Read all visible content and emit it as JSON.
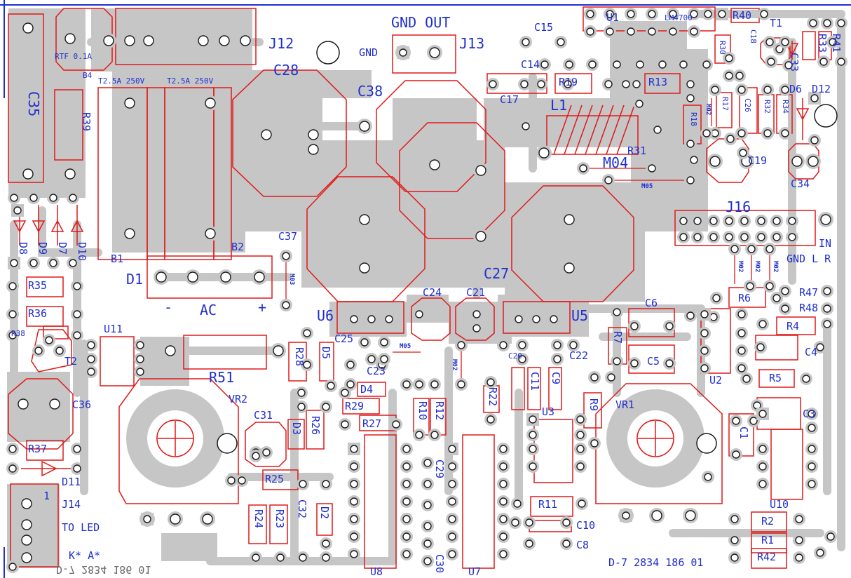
{
  "board": {
    "copyright": "D-7 2834 186 01",
    "mirrored_copyright": "D-7 2834 186 01",
    "colors": {
      "trace": "#c6c6c6",
      "outline": "#e01818",
      "text": "#1f2fd0",
      "pad": "#1a1a1a",
      "border": "#1f2fd0"
    }
  },
  "connectors": {
    "j12": "J12",
    "j13": "J13",
    "j14": "J14",
    "j16": "J16",
    "gnd_out": "GND OUT",
    "gnd": "GND",
    "in": "IN",
    "gnd_l_r": "GND L  R",
    "to_led": "TO LED",
    "k_a": "K* A*",
    "ac": "AC",
    "minus": "-",
    "plus": "+",
    "one": "1"
  },
  "fuses": {
    "rtf": "RTF 0.1A",
    "f1": "T2.5A 250V",
    "f2": "T2.5A 250V",
    "b1": "B1",
    "b2": "B2",
    "b4": "B4"
  },
  "ics": {
    "u1": "U1",
    "lm4700": "LM4700",
    "u2": "U2",
    "u3": "U3",
    "u5": "U5",
    "u6": "U6",
    "u7": "U7",
    "u8": "U8",
    "u10": "U10",
    "u11": "U11"
  },
  "capacitors": {
    "c1": "C1",
    "c3": "C3",
    "c4": "C4",
    "c5": "C5",
    "c6": "C6",
    "c8": "C8",
    "c9": "C9",
    "c10": "C10",
    "c11": "C11",
    "c14": "C14",
    "c15": "C15",
    "c17": "C17",
    "c18": "C18",
    "c19": "C19",
    "c20": "C20",
    "c21": "C21",
    "c22": "C22",
    "c23": "C23",
    "c24": "C24",
    "c25": "C25",
    "c26": "C26",
    "c27": "C27",
    "c28": "C28",
    "c29": "C29",
    "c30": "C30",
    "c31": "C31",
    "c32": "C32",
    "c33": "C33",
    "c34": "C34",
    "c35": "C35",
    "c36": "C36",
    "c37": "C37",
    "c38": "C38"
  },
  "resistors": {
    "r1": "R1",
    "r2": "R2",
    "r4": "R4",
    "r5": "R5",
    "r6": "R6",
    "r7": "R7",
    "r9": "R9",
    "r10": "R10",
    "r11": "R11",
    "r12": "R12",
    "r13": "R13",
    "r17": "R17",
    "r18": "R18",
    "r19": "R19",
    "r22": "R22",
    "r23": "R23",
    "r24": "R24",
    "r25": "R25",
    "r26": "R26",
    "r27": "R27",
    "r28": "R28",
    "r29": "R29",
    "r30": "R30",
    "r31": "R31",
    "r32": "R32",
    "r33": "R33",
    "r34": "R34",
    "r35": "R35",
    "r36": "R36",
    "r37": "R37",
    "r38": "R38",
    "r39": "R39",
    "r40": "R40",
    "r41": "R41",
    "r42": "R42",
    "r47": "R47",
    "r48": "R48",
    "r51": "R51"
  },
  "diodes": {
    "d1": "D1",
    "d2": "D2",
    "d3": "D3",
    "d4": "D4",
    "d5": "D5",
    "d6": "D6",
    "d7": "D7",
    "d8": "D8",
    "d9": "D9",
    "d10": "D10",
    "d11": "D11",
    "d12": "D12"
  },
  "misc": {
    "t1": "T1",
    "t2": "T2",
    "vr1": "VR1",
    "vr2": "VR2",
    "l1": "L1",
    "m02": "M02",
    "m03": "M03",
    "m04": "M04",
    "m05": "M05"
  }
}
